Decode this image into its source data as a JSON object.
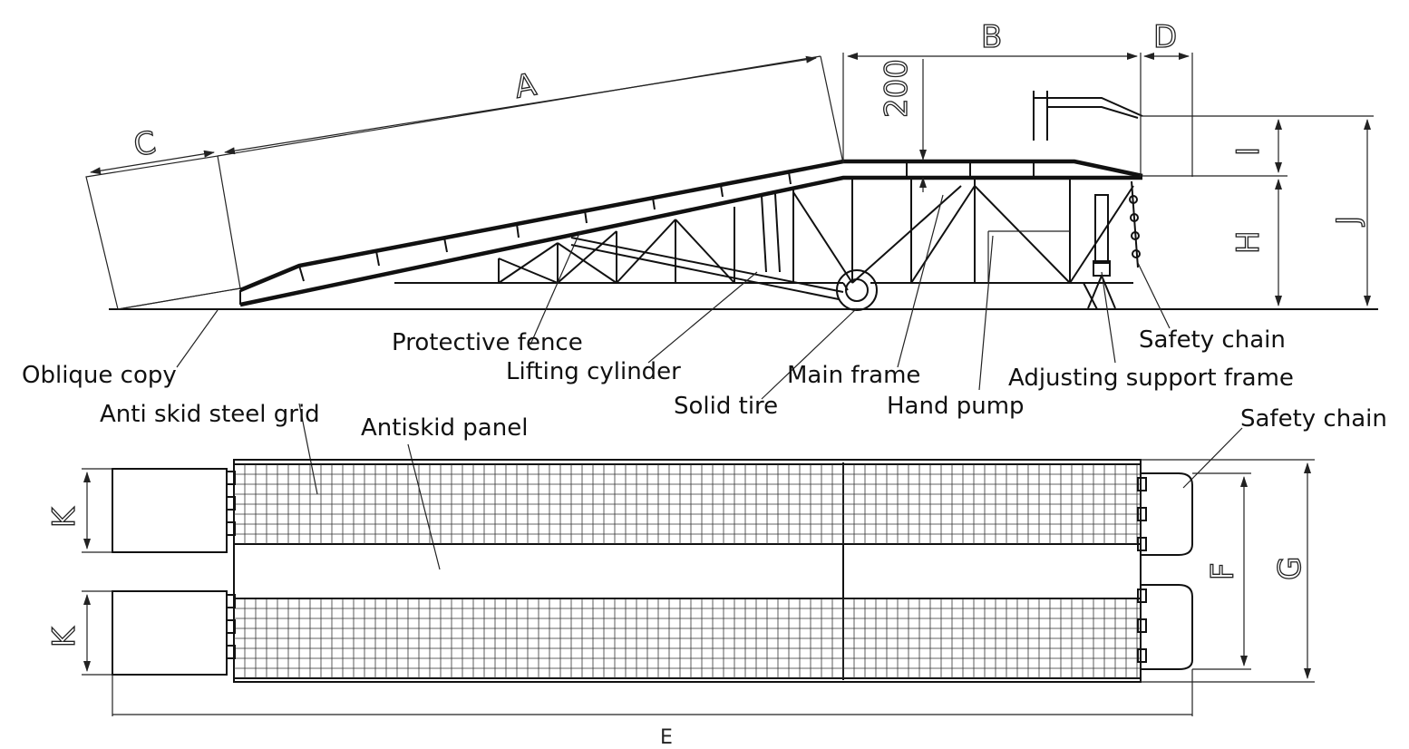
{
  "labels": {
    "protective_fence": "Protective fence",
    "safety_chain_side": "Safety chain",
    "oblique_copy": "Oblique copy",
    "lifting_cylinder": "Lifting cylinder",
    "main_frame": "Main frame",
    "adjusting_support_frame": "Adjusting support frame",
    "anti_skid_steel_grid": "Anti skid steel grid",
    "solid_tire": "Solid tire",
    "hand_pump": "Hand pump",
    "safety_chain_top": "Safety chain",
    "antiskid_panel": "Antiskid panel"
  },
  "dimensions": {
    "A": "A",
    "B": "B",
    "C": "C",
    "D": "D",
    "E": "E",
    "F": "F",
    "G": "G",
    "H": "H",
    "I": "I",
    "J": "J",
    "K1": "K",
    "K2": "K",
    "d200": "200"
  },
  "colors": {
    "line": "#111111",
    "background": "#ffffff"
  }
}
